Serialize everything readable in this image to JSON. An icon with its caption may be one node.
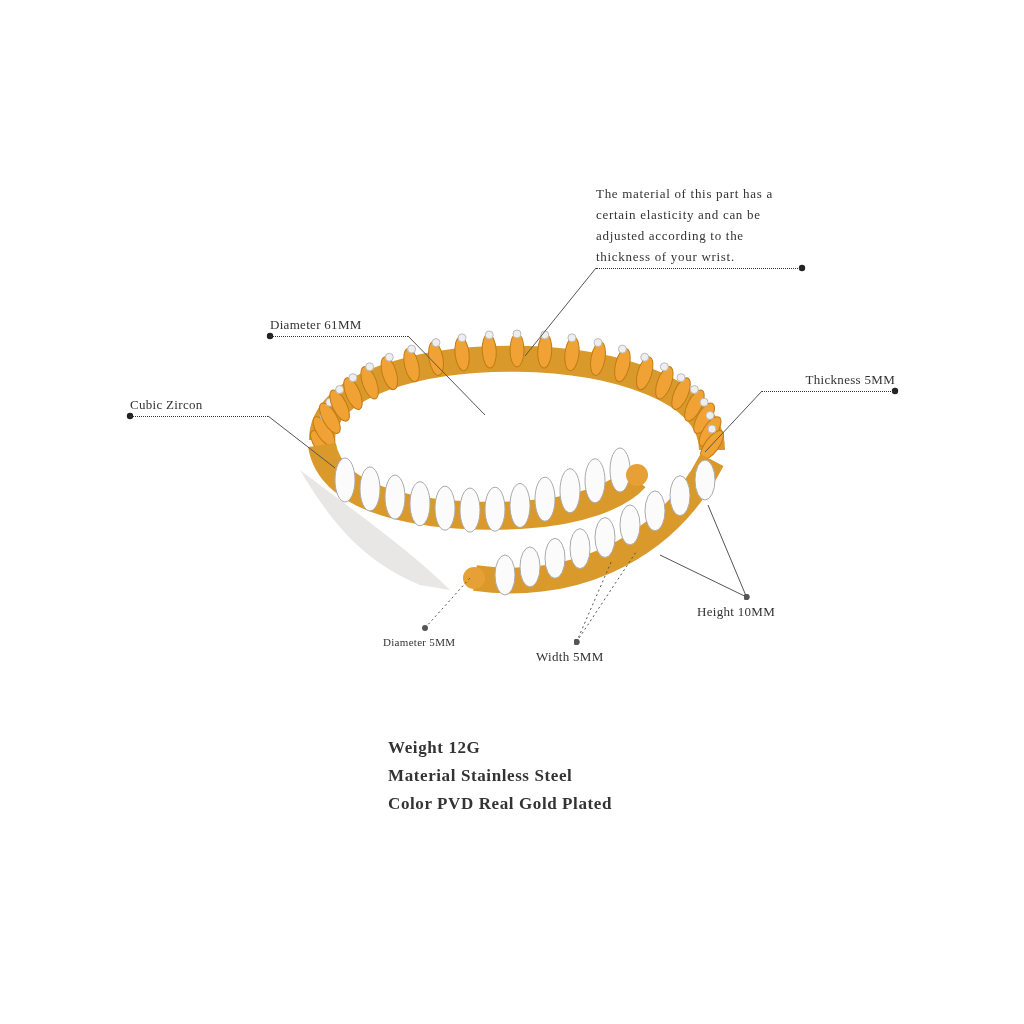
{
  "diagram": {
    "nodes": [
      {
        "text": [
          "The material of this part has a certain elasticity and can be adjusted according to the thickness of your wrist."
        ]
      },
      {
        "text": [
          "Diameter 61MM"
        ]
      },
      {
        "text": [
          "Cubic Zircon"
        ]
      },
      {
        "text": [
          "Thickness 5MM"
        ]
      },
      {
        "text": [
          "Diameter 5MM"
        ]
      },
      {
        "text": [
          "Width 5MM"
        ]
      },
      {
        "text": [
          "Height 10MM"
        ]
      },
      {
        "text": [],
        "shape": "picture"
      }
    ],
    "edges": [
      {
        "from": 0,
        "to": 7,
        "arrow": "none"
      },
      {
        "from": 1,
        "to": 7,
        "arrow": "none"
      },
      {
        "from": 2,
        "to": 7,
        "arrow": "none"
      },
      {
        "from": 3,
        "to": 7,
        "arrow": "none"
      },
      {
        "from": 4,
        "to": 7,
        "arrow": "other",
        "style": "dashed"
      },
      {
        "from": 5,
        "to": 7,
        "arrow": "other",
        "style": "dashed"
      },
      {
        "from": 5,
        "to": 7,
        "arrow": "other",
        "style": "dashed"
      },
      {
        "from": 6,
        "to": 7,
        "arrow": "other"
      },
      {
        "from": 6,
        "to": 7,
        "arrow": "other"
      }
    ],
    "labels": [
      "Weight 12G",
      "Material Stainless Steel",
      "Color PVD Real Gold Plated"
    ]
  }
}
